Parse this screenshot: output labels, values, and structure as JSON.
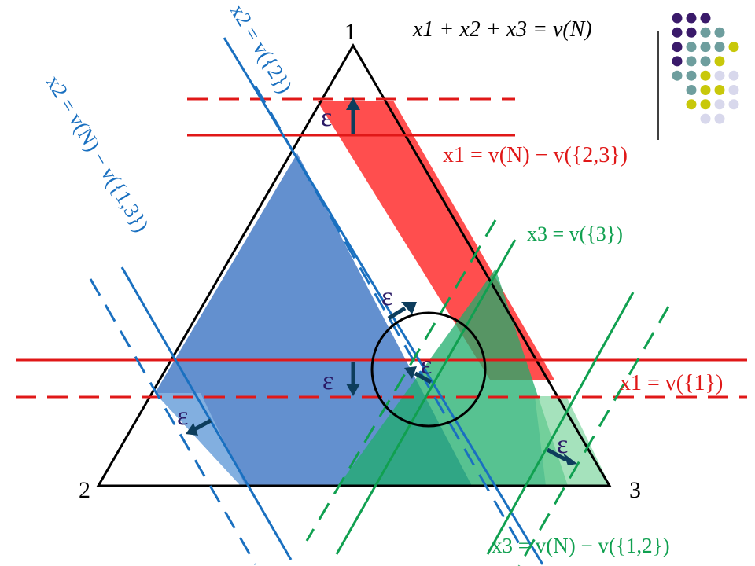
{
  "vertices": {
    "top": "1",
    "left": "2",
    "right": "3"
  },
  "equation": {
    "sum": "x1 + x2 + x3 = v(N)"
  },
  "epsilon": "ε",
  "labels": {
    "x1_upper": "x1 = v(N) − v({2,3})",
    "x1_lower": "x1 = v({1})",
    "x2_upper": "x2 = v({2})",
    "x2_lower": "x2 = v(N) − v({1,3})",
    "x3_upper": "x3 = v({3})",
    "x3_lower": "x3 = v(N) − v({1,2})"
  },
  "colors": {
    "red": "#ff3b3b",
    "red_line": "#e01818",
    "blue": "#3a78c8",
    "blue_line": "#1a70c0",
    "green": "#20b070",
    "green_line": "#10a050",
    "arrow": "#0d3d5c",
    "purple_dot": "#3a1a6a",
    "teal_dot": "#6e9e9e",
    "yellow_dot": "#c8c80a",
    "lavender_dot": "#d8d8ec"
  },
  "dot_legend": [
    [
      "purple",
      "purple",
      "purple"
    ],
    [
      "purple",
      "purple",
      "teal",
      "teal"
    ],
    [
      "purple",
      "teal",
      "teal",
      "teal",
      "yellow"
    ],
    [
      "purple",
      "teal",
      "teal",
      "yellow"
    ],
    [
      "teal",
      "teal",
      "yellow",
      "lavender",
      "lavender"
    ],
    [
      "teal",
      "yellow",
      "yellow",
      "lavender"
    ],
    [
      "yellow",
      "yellow",
      "lavender",
      "lavender"
    ],
    [
      "lavender",
      "lavender"
    ]
  ]
}
